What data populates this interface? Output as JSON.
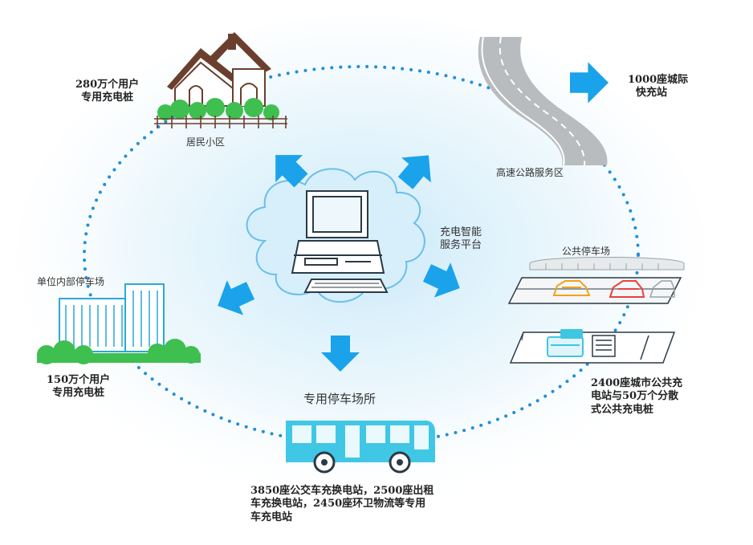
{
  "center": {
    "label_lines": [
      "充电智能",
      "服务平台"
    ]
  },
  "nodes": {
    "residential": {
      "caption": "居民小区",
      "desc_lines": [
        "280万个用户",
        "专用充电桩"
      ]
    },
    "highway": {
      "caption": "高速公路服务区",
      "desc_lines": [
        "1000座城际",
        "快充站"
      ]
    },
    "public_parking": {
      "caption": "公共停车场",
      "desc_lines": [
        "2400座城市公共充",
        "电站与50万个分散",
        "式公共充电桩"
      ]
    },
    "dedicated_parking": {
      "caption": "专用停车场所",
      "desc_lines": [
        "3850座公交车充换电站，2500座出租",
        "车充换电站，2450座环卫物流等专用",
        "车充电站"
      ]
    },
    "workplace": {
      "caption": "单位内部停车场",
      "desc_lines": [
        "150万个用户",
        "专用充电桩"
      ]
    }
  },
  "colors": {
    "arrow": "#1aa3ea",
    "dots": "#1f8fd6",
    "cloud_fill": "#d7effb",
    "cloud_stroke": "#6bbfe8",
    "bus": "#41c7e6",
    "greenery": "#3fbf4f",
    "roof": "#6b3f2e",
    "road": "#b8bcbf",
    "car_orange": "#f2a21b",
    "car_red": "#e8413f",
    "car_cyan": "#3fc6e0"
  },
  "icons": [
    "computer-icon",
    "house-icon",
    "highway-road-icon",
    "parking-lot-icon",
    "bus-icon",
    "office-building-icon",
    "arrow-icon"
  ]
}
